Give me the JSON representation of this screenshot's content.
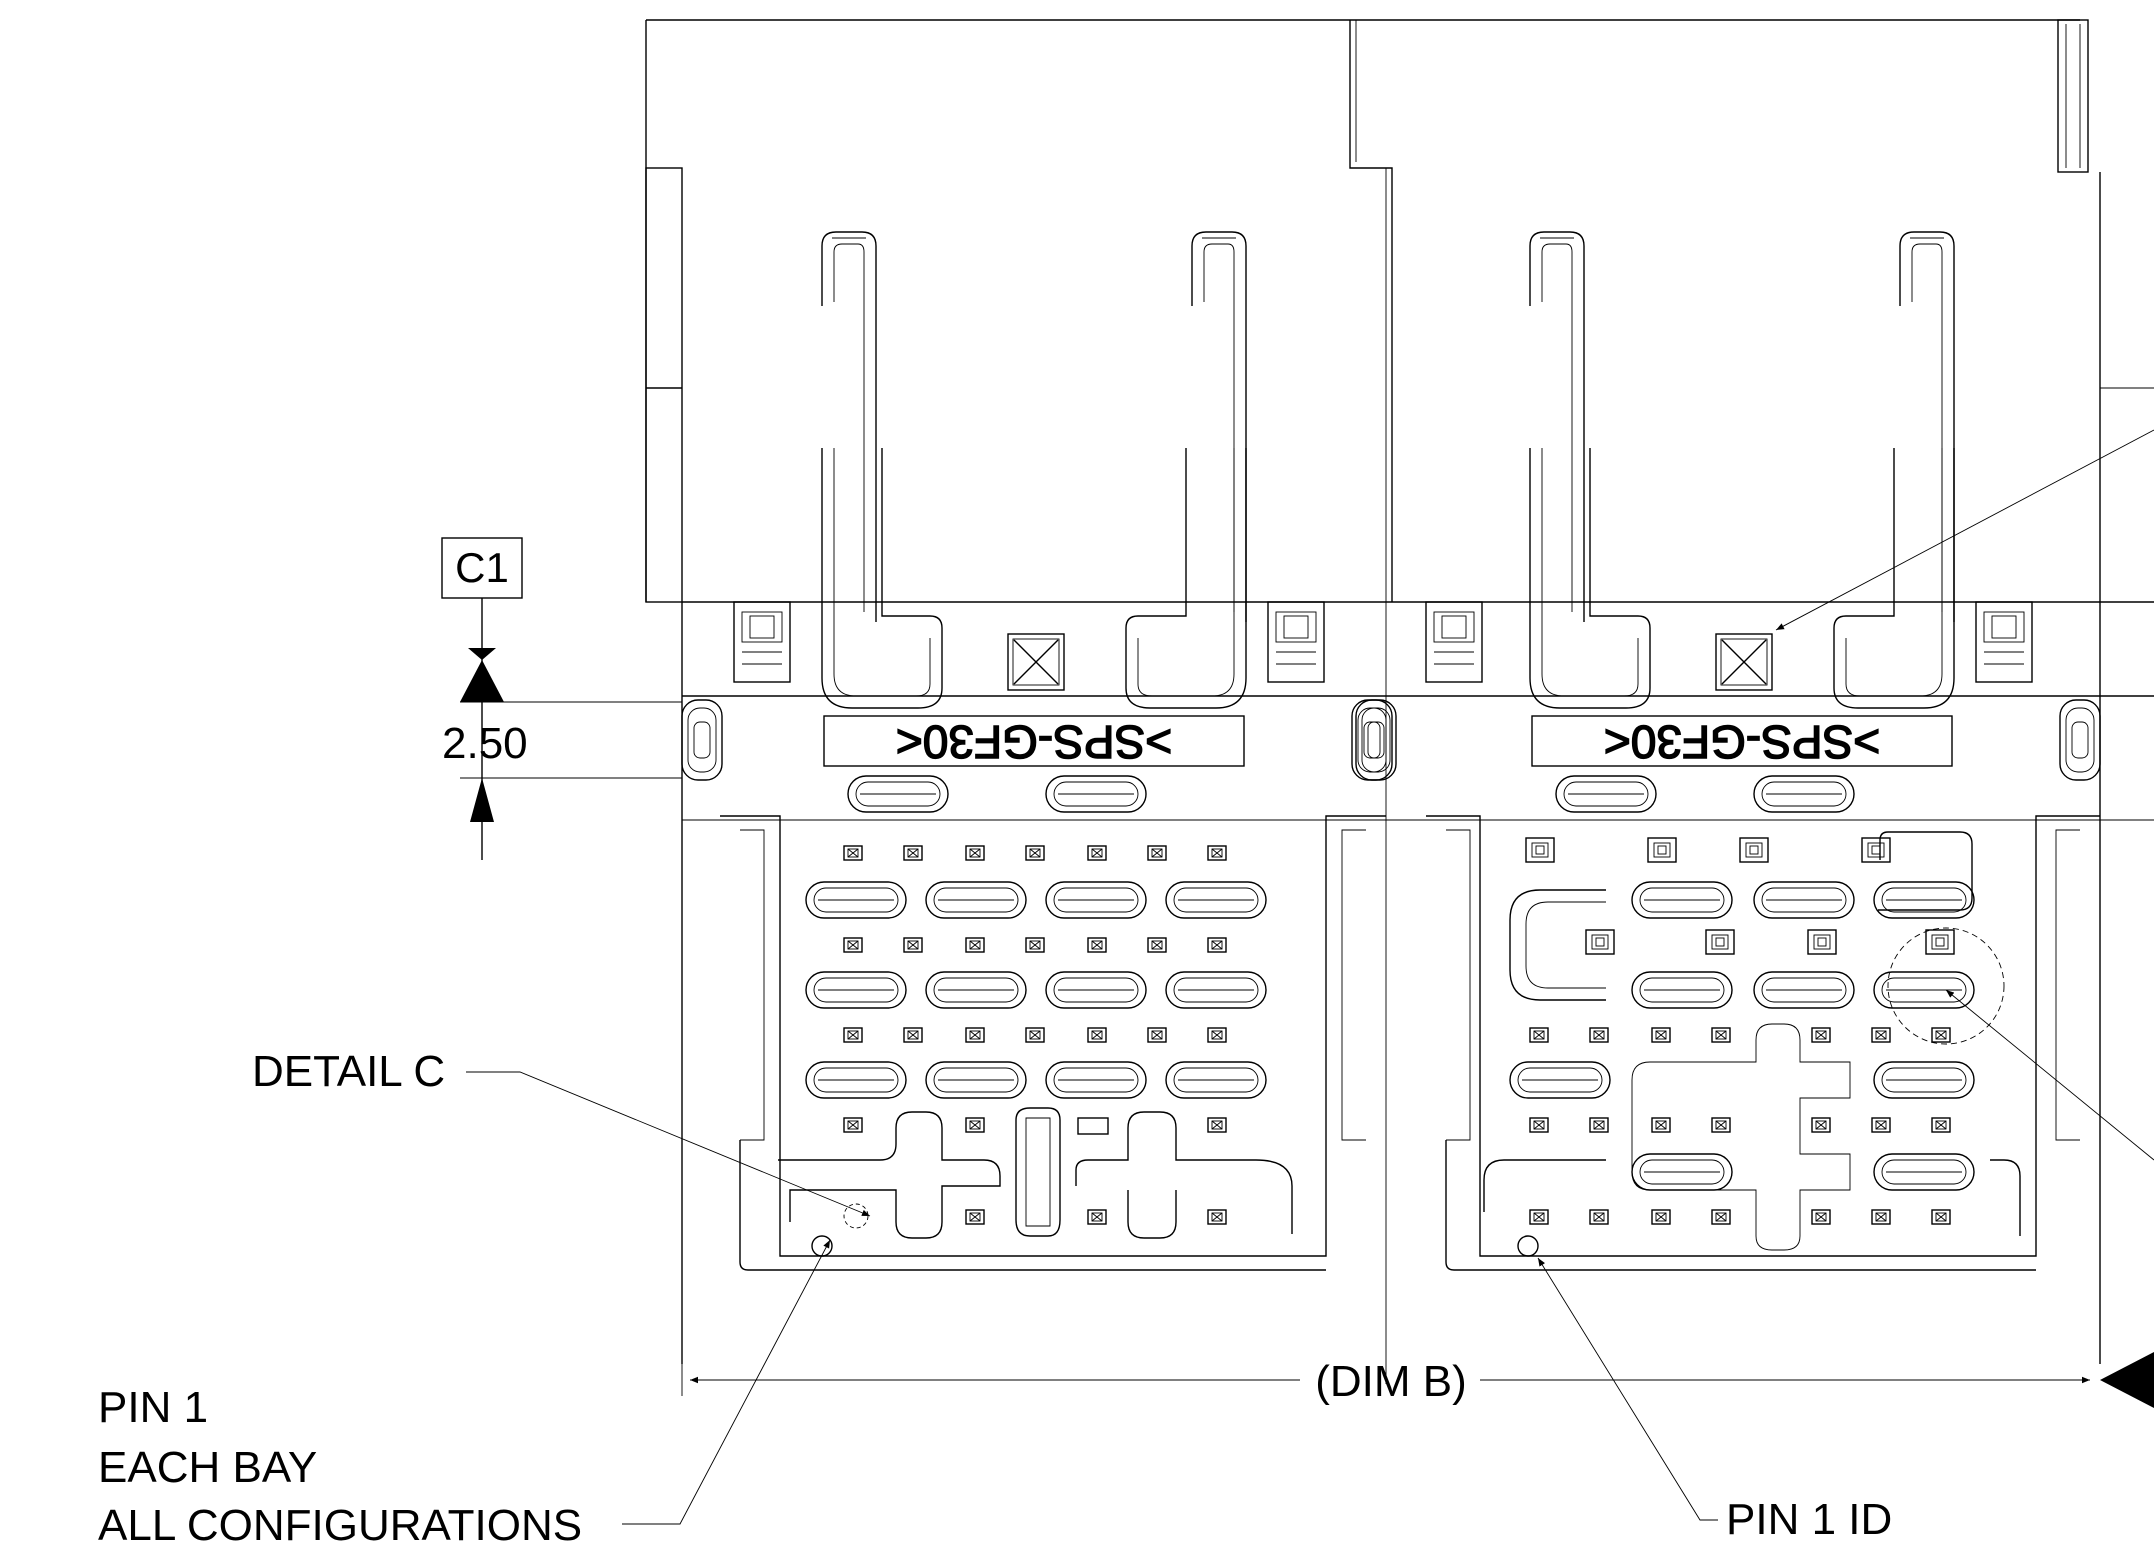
{
  "labels": {
    "datum_c1": "C1",
    "dim_value": "2.50",
    "detail_c": "DETAIL C",
    "pin1_line1": "PIN 1",
    "pin1_line2": "EACH BAY",
    "pin1_line3": "ALL CONFIGURATIONS",
    "dim_b": "(DIM B)",
    "pin1_id": "PIN 1 ID",
    "marking_left": ">SPS-GF30<",
    "marking_right": ">SPS-GF30<",
    "mark_x_left": "X",
    "mark_x_right": "X"
  }
}
